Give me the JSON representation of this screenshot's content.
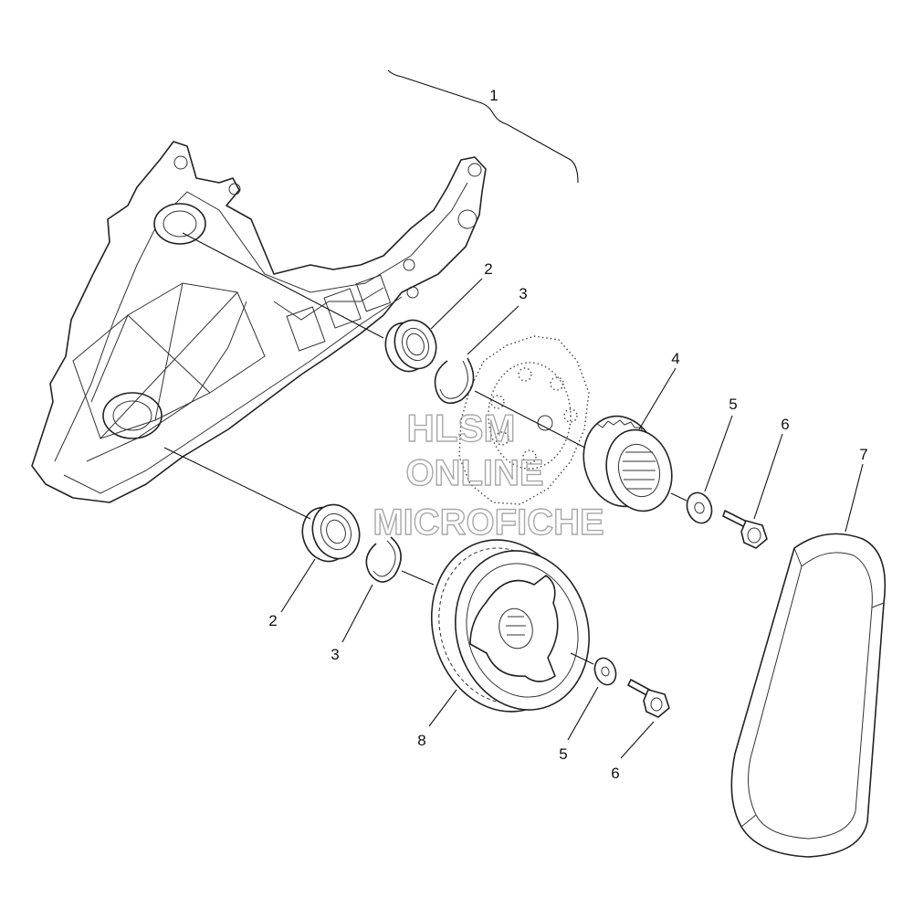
{
  "callouts": {
    "c1": "1",
    "c2a": "2",
    "c2b": "2",
    "c3a": "3",
    "c3b": "3",
    "c4": "4",
    "c5a": "5",
    "c5b": "5",
    "c6a": "6",
    "c6b": "6",
    "c7": "7",
    "c8": "8"
  },
  "watermark": {
    "line1": "HLSM",
    "line2": "ONLINE",
    "line3": "MICROFICHE"
  },
  "colors": {
    "line": "#222222",
    "watermark": "#9a9a9a",
    "background": "#ffffff"
  }
}
